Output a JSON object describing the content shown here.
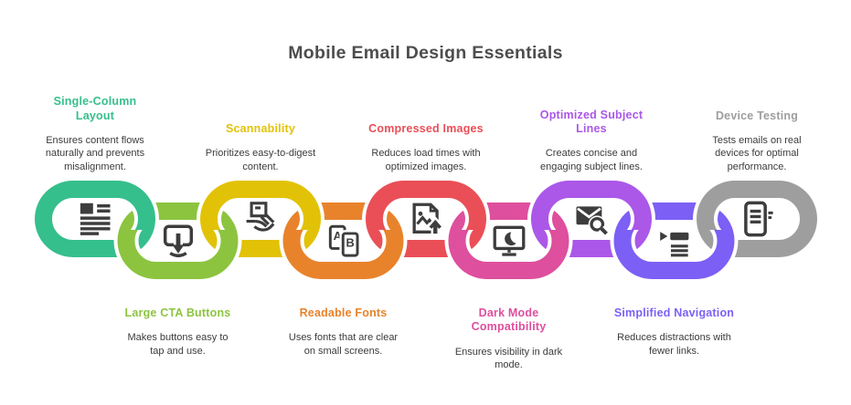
{
  "title": "Mobile Email Design Essentials",
  "colors": {
    "background": "#ffffff",
    "title": "#4d4d4d",
    "body_text": "#3b3b3b",
    "icon": "#3d3d3d",
    "link_outline": "#ffffff"
  },
  "items": [
    {
      "label": "Single-Column\nLayout",
      "desc": "Ensures content flows\nnaturally and prevents\nmisalignment.",
      "color": "#35bf8d",
      "row": "top",
      "icon": "single-column-icon"
    },
    {
      "label": "Large CTA Buttons",
      "desc": "Makes buttons easy to\ntap and use.",
      "color": "#8cc43f",
      "row": "bottom",
      "icon": "tap-button-icon"
    },
    {
      "label": "Scannability",
      "desc": "Prioritizes easy-to-digest\ncontent.",
      "color": "#e2c206",
      "row": "top",
      "icon": "hand-document-icon"
    },
    {
      "label": "Readable Fonts",
      "desc": "Uses fonts that are clear\non small screens.",
      "color": "#e8832c",
      "row": "bottom",
      "icon": "font-phones-icon"
    },
    {
      "label": "Compressed Images",
      "desc": "Reduces load times with\noptimized images.",
      "color": "#ea4f57",
      "row": "top",
      "icon": "image-upload-icon"
    },
    {
      "label": "Dark Mode\nCompatibility",
      "desc": "Ensures visibility in dark\nmode.",
      "color": "#de4f9d",
      "row": "bottom",
      "icon": "dark-mode-monitor-icon"
    },
    {
      "label": "Optimized Subject\nLines",
      "desc": "Creates concise and\nengaging subject lines.",
      "color": "#ab57e8",
      "row": "top",
      "icon": "mail-search-icon"
    },
    {
      "label": "Simplified Navigation",
      "desc": "Reduces distractions with\nfewer links.",
      "color": "#7c5ff5",
      "row": "bottom",
      "icon": "nav-list-icon"
    },
    {
      "label": "Device Testing",
      "desc": "Tests emails on real\ndevices for optimal\nperformance.",
      "color": "#9e9e9e",
      "row": "top",
      "icon": "device-test-icon"
    }
  ]
}
